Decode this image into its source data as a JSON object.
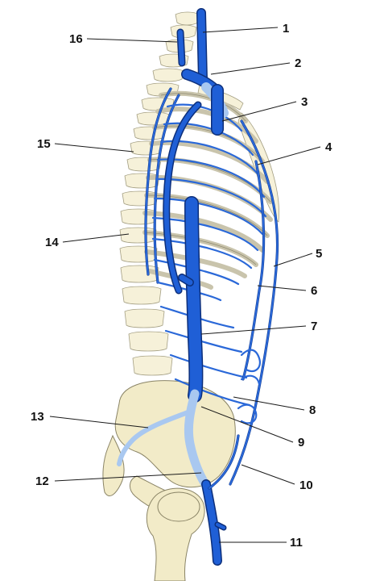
{
  "labels": [
    {
      "id": "1",
      "text": "1"
    },
    {
      "id": "2",
      "text": "2"
    },
    {
      "id": "3",
      "text": "3"
    },
    {
      "id": "4",
      "text": "4"
    },
    {
      "id": "5",
      "text": "5"
    },
    {
      "id": "6",
      "text": "6"
    },
    {
      "id": "7",
      "text": "7"
    },
    {
      "id": "8",
      "text": "8"
    },
    {
      "id": "9",
      "text": "9"
    },
    {
      "id": "10",
      "text": "10"
    },
    {
      "id": "11",
      "text": "11"
    },
    {
      "id": "12",
      "text": "12"
    },
    {
      "id": "13",
      "text": "13"
    },
    {
      "id": "14",
      "text": "14"
    },
    {
      "id": "15",
      "text": "15"
    },
    {
      "id": "16",
      "text": "16"
    }
  ],
  "colors": {
    "vein": "#1f5fd6",
    "vein_dark": "#0d2f7a",
    "vein_light": "#a9c8f0",
    "bone": "#f2ebc8",
    "rib": "#c9c4ac"
  }
}
